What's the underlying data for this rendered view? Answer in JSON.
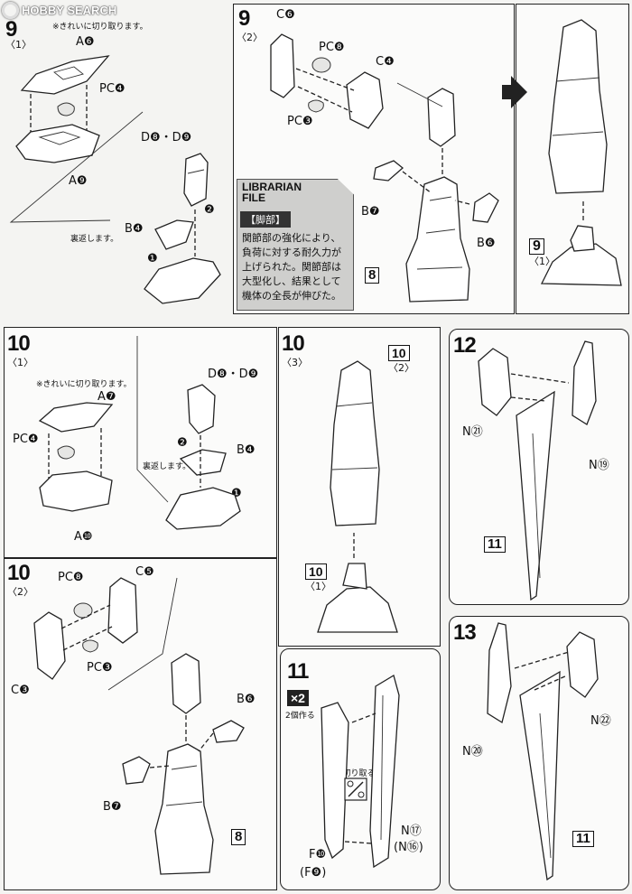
{
  "header": {
    "logo_text": "HOBBY SEARCH"
  },
  "notes": {
    "clean_cut": "※きれいに切り取ります。",
    "back_side": "裏返します。"
  },
  "panels": {
    "p9_1": {
      "step": "9",
      "sub": "〈1〉",
      "labels": [
        "A❻",
        "PC❹",
        "A❾",
        "D❽・D❾",
        "B❹"
      ],
      "order": [
        "❶",
        "❷"
      ]
    },
    "p9_2": {
      "step": "9",
      "sub": "〈2〉",
      "labels": [
        "C❻",
        "PC❽",
        "C❹",
        "PC❸",
        "B❼",
        "B❻"
      ],
      "box": "8"
    },
    "p9_r": {
      "step": "9",
      "sub": "〈1〉"
    },
    "library": {
      "title_line1": "LIBRARIAN",
      "title_line2": "FILE",
      "tag": "【脚部】",
      "text": "関節部の強化により、負荷に対する耐久力が上げられた。関節部は大型化し、結果として機体の全長が伸びた。"
    },
    "p10_1": {
      "step": "10",
      "sub": "〈1〉",
      "labels": [
        "A❼",
        "PC❹",
        "A❿",
        "D❽・D❾",
        "B❹"
      ],
      "order": [
        "❷",
        "❶"
      ]
    },
    "p10_3": {
      "step": "10",
      "sub": "〈3〉",
      "ref_top": {
        "num": "10",
        "sub": "〈2〉"
      },
      "ref_bottom": {
        "num": "10",
        "sub": "〈1〉"
      }
    },
    "p12": {
      "step": "12",
      "labels": [
        "N㉑",
        "N⑲"
      ],
      "box": "11"
    },
    "p10_2": {
      "step": "10",
      "sub": "〈2〉",
      "labels": [
        "PC❽",
        "C❺",
        "C❸",
        "PC❸",
        "B❻",
        "B❼"
      ],
      "box": "8"
    },
    "p11": {
      "step": "11",
      "multiplier": "×2",
      "make_two": "2個作る",
      "cut": "(切り取る)",
      "labels": [
        "F❿",
        "(F❾)",
        "N⑰",
        "(N⑯)"
      ]
    },
    "p13": {
      "step": "13",
      "labels": [
        "N⑳",
        "N㉒"
      ],
      "box": "11"
    }
  }
}
